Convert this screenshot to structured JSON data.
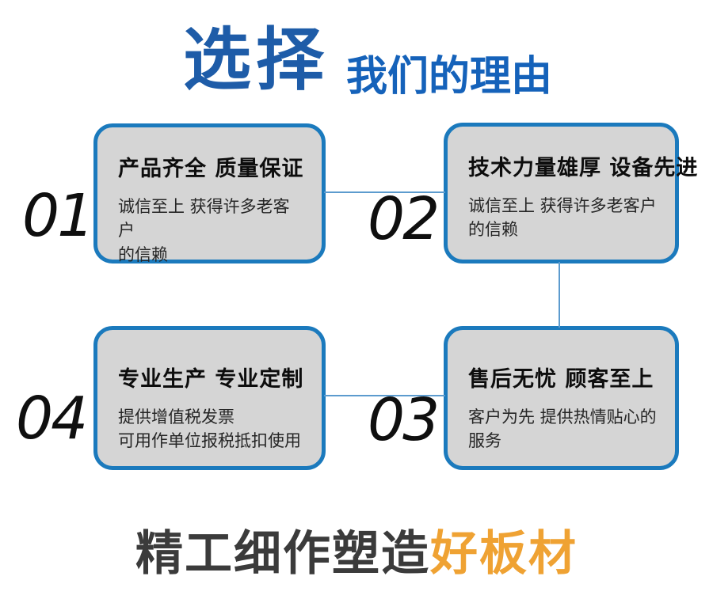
{
  "header": {
    "title_main": "选择",
    "title_rest": "我们的理由"
  },
  "cards": [
    {
      "number": "01",
      "title": "产品齐全 质量保证",
      "body": "诚信至上 获得许多老客户\n的信赖"
    },
    {
      "number": "02",
      "title": "技术力量雄厚 设备先进",
      "body": "诚信至上 获得许多老客户\n的信赖"
    },
    {
      "number": "03",
      "title": "售后无忧 顾客至上",
      "body": "客户为先 提供热情贴心的\n服务"
    },
    {
      "number": "04",
      "title": "专业生产 专业定制",
      "body": "提供增值税发票\n可用作单位报税抵扣使用"
    }
  ],
  "tagline": {
    "dark": "精工细作塑造",
    "accent": "好板材"
  },
  "colors": {
    "title_blue": "#1E5CA8",
    "subtitle_blue": "#1562BA",
    "card_border": "#1B7ABD",
    "card_bg": "#D5D5D5",
    "connector": "#5C9BCE",
    "accent_orange": "#EFA233",
    "tagline_dark": "#3B3B3B"
  }
}
